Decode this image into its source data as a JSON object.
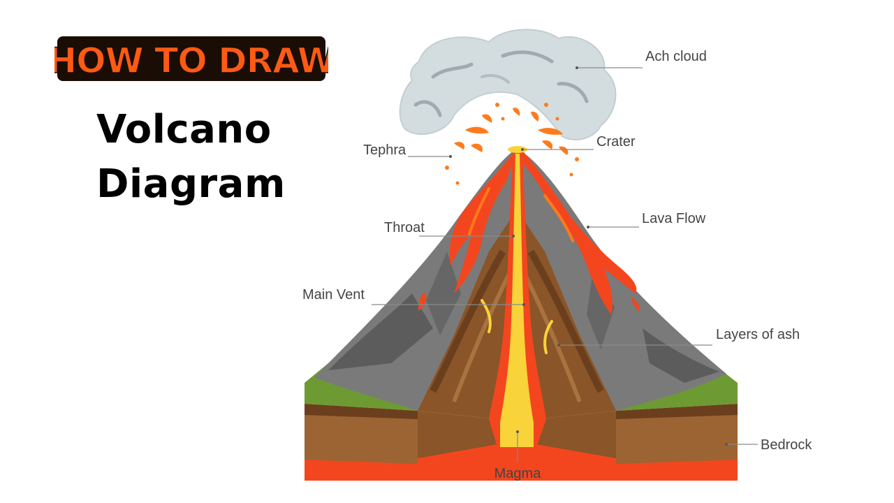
{
  "logo": {
    "text": "HOW TO DRAW"
  },
  "title": {
    "line1": "Volcano",
    "line2": "Diagram"
  },
  "labels": {
    "ash_cloud": "Ach cloud",
    "crater": "Crater",
    "tephra": "Tephra",
    "lava_flow": "Lava Flow",
    "throat": "Throat",
    "main_vent": "Main Vent",
    "layers_of_ash": "Layers of ash",
    "bedrock": "Bedrock",
    "magma": "Magma"
  },
  "colors": {
    "logo_fill": "#ff5a14",
    "logo_outline": "#1a0d05",
    "cloud": "#d3dcdf",
    "cloud_shadow": "#9eabb0",
    "mountain_grey": "#7a7a7a",
    "mountain_dark": "#5c5c5c",
    "grass": "#6e9a33",
    "lava": "#f3461f",
    "lava_light": "#ff7a1a",
    "magma_yellow": "#f8d33a",
    "rock_brown": "#9c6433",
    "rock_dark": "#6b3f1d",
    "leader_line": "#8a8a8a",
    "label_text": "#444444"
  }
}
